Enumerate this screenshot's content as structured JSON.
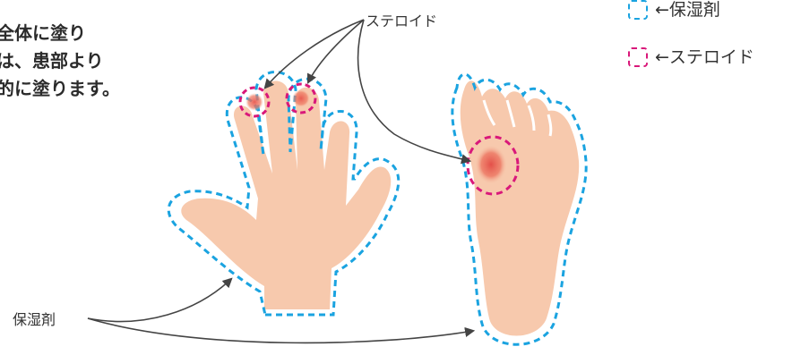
{
  "intro_text": {
    "line1": "全体に塗り",
    "line2": "は、患部より",
    "line3": "的に塗ります。"
  },
  "legend": {
    "items": [
      {
        "label": "←保湿剤",
        "color": "#1aa3e0"
      },
      {
        "label": "←ステロイド",
        "color": "#d9187a"
      }
    ]
  },
  "callouts": {
    "steroid": "ステロイド",
    "moisturizer": "保湿剤"
  },
  "colors": {
    "skin": "#f7c9ad",
    "moisturizer_outline": "#1aa3e0",
    "steroid_outline": "#d9187a",
    "lesion": "#e8574e",
    "arrow": "#444444"
  }
}
